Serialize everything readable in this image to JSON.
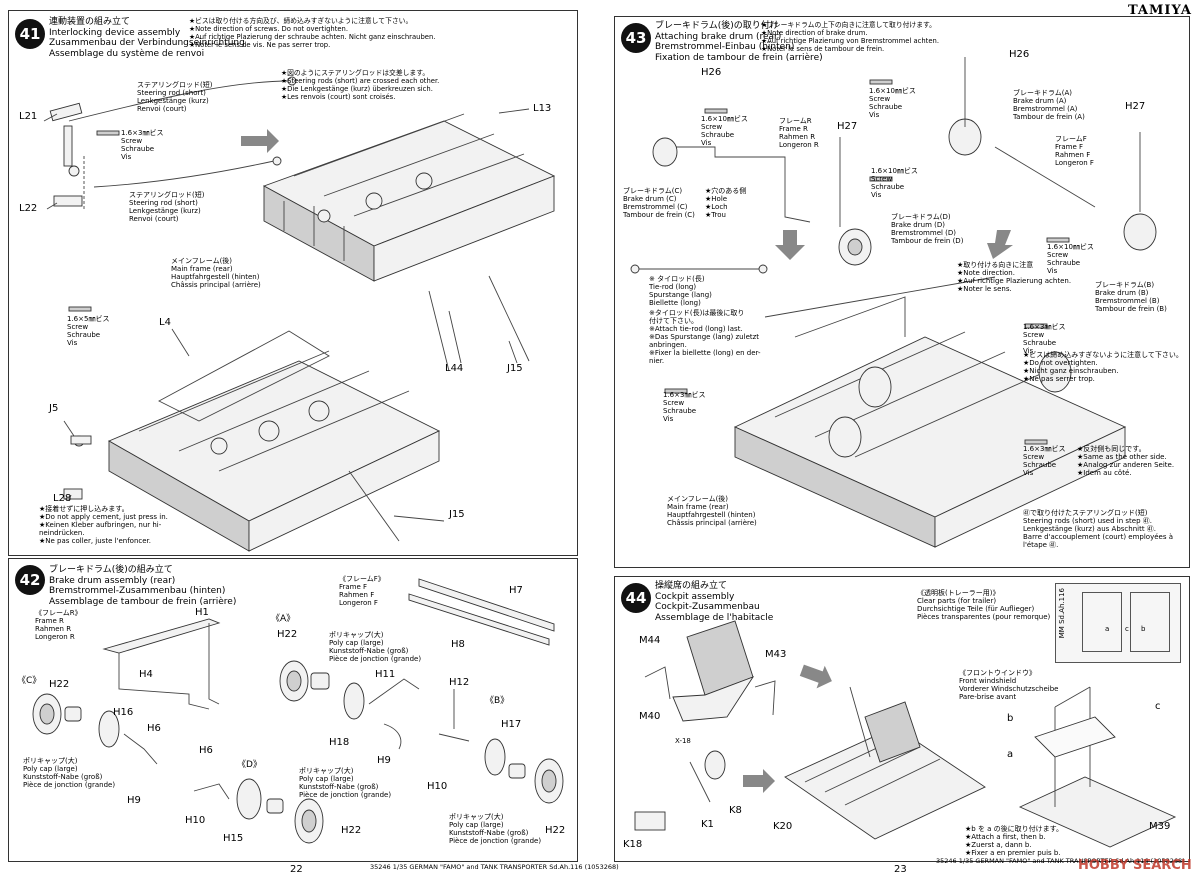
{
  "brand": "TAMIYA",
  "footer_left": "35246 1/35 GERMAN \"FAMO\" and TANK TRANSPORTER Sd.Ah.116 (1053268)",
  "footer_right": "35246 1/35 GERMAN \"FAMO\" and TANK TRANSPORTER Sd.Ah.116 (1053268)",
  "page_left": "22",
  "page_right": "23",
  "watermark": "HOBBY SEARCH",
  "step41": {
    "num": "41",
    "title": "連動装置の組み立て\nInterlocking device assembly\nZusammenbau der Verbindungseinrichtung\nAssemblage du système de renvoi",
    "note_top": "★ビスは取り付ける方向及び、締め込みすぎないように注意して下さい。\n★Note direction of screws. Do not overtighten.\n★Auf richtige Plazierung der schraube achten. Nicht ganz einschrauben.\n★Noter le sens de vis. Ne pas serrer trop.",
    "rod_short_1": "ステアリングロッド(短)\nSteering rod (short)\nLenkgestänge (kurz)\nRenvoi (court)",
    "rod_short_2": "ステアリングロッド(短)\nSteering rod (short)\nLenkgestänge (kurz)\nRenvoi (court)",
    "crossed_note": "★図のようにステアリングロッドは交差します。\n★Steering rods (short) are crossed each other.\n★Die Lenkgestänge (kurz) überkreuzen sich.\n★Les renvois (court) sont croisés.",
    "screw_3": "1.6×3㎜ビス\nScrew\nSchraube\nVis",
    "screw_5": "1.6×5㎜ビス\nScrew\nSchraube\nVis",
    "main_frame": "メインフレーム(後)\nMain frame (rear)\nHauptfahrgestell (hinten)\nChâssis principal (arrière)",
    "cement_note": "★接着せずに押し込みます。\n★Do not apply cement, just press in.\n★Keinen Kleber aufbringen, nur hi-\nneindrücken.\n★Ne pas coller, juste l'enfoncer.",
    "labels": [
      "L21",
      "L22",
      "L13",
      "L44",
      "J15",
      "L4",
      "J5",
      "L28",
      "J15"
    ]
  },
  "step42": {
    "num": "42",
    "title": "ブレーキドラム(後)の組み立て\nBrake drum assembly (rear)\nBremstrommel-Zusammenbau (hinten)\nAssemblage de tambour de frein (arrière)",
    "frame_r": "《フレームR》\nFrame R\nRahmen R\nLongeron R",
    "frame_f": "《フレームF》\nFrame F\nRahmen F\nLongeron F",
    "poly_cap_1": "ポリキャップ(大)\nPoly cap (large)\nKunststoff-Nabe (groß)\nPièce de jonction (grande)",
    "poly_cap_2": "ポリキャップ(大)\nPoly cap (large)\nKunststoff-Nabe (groß)\nPièce de jonction (grande)",
    "poly_cap_3": "ポリキャップ(大)\nPoly cap (large)\nKunststoff-Nabe (groß)\nPièce de jonction (grande)",
    "poly_cap_4": "ポリキャップ(大)\nPoly cap (large)\nKunststoff-Nabe (groß)\nPièce de jonction (grande)",
    "marks": {
      "a": "《A》",
      "b": "《B》",
      "c": "《C》",
      "d": "《D》"
    },
    "labels": [
      "H1",
      "H7",
      "H4",
      "H8",
      "H22",
      "H11",
      "H12",
      "H22",
      "H16",
      "H6",
      "H18",
      "H9",
      "H17",
      "H9",
      "H6",
      "H10",
      "H15",
      "H22",
      "H10",
      "H22"
    ]
  },
  "step43": {
    "num": "43",
    "title": "ブレーキドラム(後)の取り付け\nAttaching brake drum (rear)\nBremstrommel-Einbau (hinten)\nFixation de tambour de frein (arrière)",
    "note_top": "★ブレーキドラムの上下の向きに注意して取り付けます。\n★Note direction of brake drum.\n★Auf richtige Plazierung von Bremstrommel achten.\n★Noter le sens de tambour de frein.",
    "screw_10_1": "1.6×10㎜ビス\nScrew\nSchraube\nVis",
    "screw_10_2": "1.6×10㎜ビス\nScrew\nSchraube\nVis",
    "screw_10_3": "1.6×10㎜ビス\nScrew\nSchraube\nVis",
    "screw_10_4": "1.6×10㎜ビス\nScrew\nSchraube\nVis",
    "frame_r": "フレームR\nFrame R\nRahmen R\nLongeron R",
    "frame_f": "フレームF\nFrame F\nRahmen F\nLongeron F",
    "drum_a": "ブレーキドラム(A)\nBrake drum (A)\nBremstrommel (A)\nTambour de frein (A)",
    "drum_b": "ブレーキドラム(B)\nBrake drum (B)\nBremstrommel (B)\nTambour de frein (B)",
    "drum_c": "ブレーキドラム(C)\nBrake drum (C)\nBremstrommel (C)\nTambour de frein (C)",
    "drum_d": "ブレーキドラム(D)\nBrake drum (D)\nBremstrommel (D)\nTambour de frein (D)",
    "hole": "★穴のある側\n★Hole\n★Loch\n★Trou",
    "tie_rod": "※ タイロッド(長)\nTie-rod (long)\nSpurstange (lang)\nBiellette (long)",
    "tie_rod_note": "※タイロッド(長)は最後に取り\n付けて下さい。\n※Attach tie-rod (long) last.\n※Das Spurstange (lang) zuletzt\nanbringen.\n※Fixer la biellette (long) en der-\nnier.",
    "direction_note": "★取り付ける向きに注意\n★Note direction.\n★Auf richtige Plazierung achten.\n★Noter le sens.",
    "screw_3_1": "1.6×3㎜ビス\nScrew\nSchraube\nVis",
    "screw_3_2": "1.6×3㎜ビス\nScrew\nSchraube\nVis",
    "screw_3_3": "1.6×3㎜ビス\nScrew\nSchraube\nVis",
    "overtighten_note": "★ビスは締め込みすぎないように注意して下さい。\n★Do not overtighten.\n★Nicht ganz einschrauben.\n★Ne pas serrer trop.",
    "other_side": "★反対側も同じです。\n★Same as the other side.\n★Analog zur anderen Seite.\n★Idem au côté.",
    "main_frame": "メインフレーム(後)\nMain frame (rear)\nHauptfahrgestell (hinten)\nChâssis principal (arrière)",
    "rod_used": "㊶で取り付けたステアリングロッド(短)\nSteering rods (short) used in step ㊶.\nLenkgestänge (kurz) aus Abschnitt ㊶.\nBarre d'accouplement (court) employées à\nl'étape ㊶.",
    "labels": [
      "H26",
      "H26",
      "H27",
      "H27"
    ]
  },
  "step44": {
    "num": "44",
    "title": "操縦席の組み立て\nCockpit assembly\nCockpit-Zusammenbau\nAssemblage de l'habitacle",
    "clear_parts": "《透明板(トレーラー用)》\nClear parts (for trailer)\nDurchsichtige Teile (für Auflieger)\nPièces transparentes (pour remorque)",
    "windshield": "《フロントウインドウ》\nFront windshield\nVorderer Windschutzscheibe\nPare-brise avant",
    "attach_note": "★b を a の後に取り付けます。\n★Attach a first, then b.\n★Zuerst a, dann b.\n★Fixer a en premier puis b.",
    "sprue_text": "MM Sd.Ah.116",
    "labels": [
      "M44",
      "M43",
      "M40",
      "X-18",
      "K8",
      "K1",
      "K18",
      "K20",
      "M39",
      "b",
      "c",
      "a",
      "a",
      "b",
      "c"
    ]
  }
}
